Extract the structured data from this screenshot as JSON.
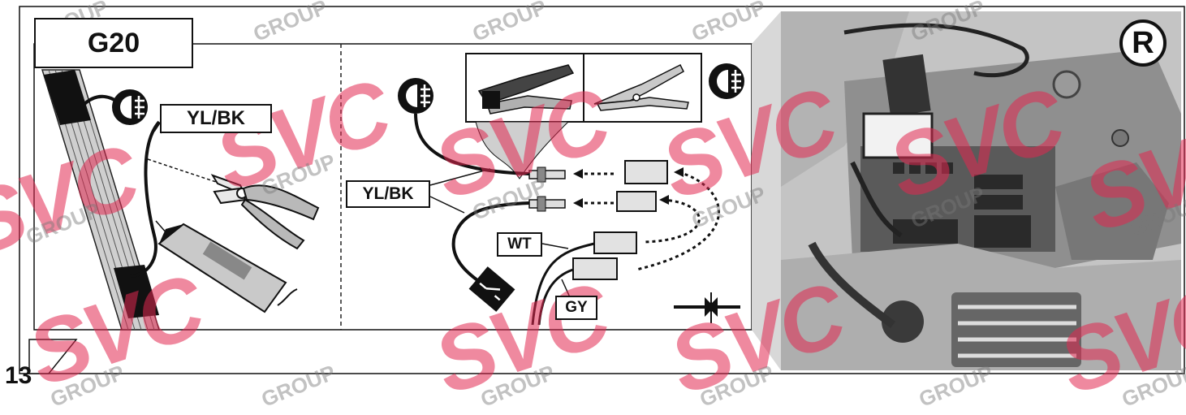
{
  "step": {
    "id": "G20",
    "page_number": "13"
  },
  "wire_labels": {
    "fog_wire_left": "YL/BK",
    "fog_wire_center": "YL/BK",
    "white_wire": "WT",
    "grey_wire": "GY"
  },
  "vehicle_side_badge": "R",
  "watermark": {
    "brand": "SVC",
    "sub": "GROUP",
    "color": "#e22850"
  },
  "icons": [
    "rear-fog-light-icon",
    "wire-stripper-icon",
    "crimping-pliers-icon",
    "side-cutter-icon",
    "test-lamp-icon",
    "switch-icon",
    "butt-connector-icon"
  ]
}
